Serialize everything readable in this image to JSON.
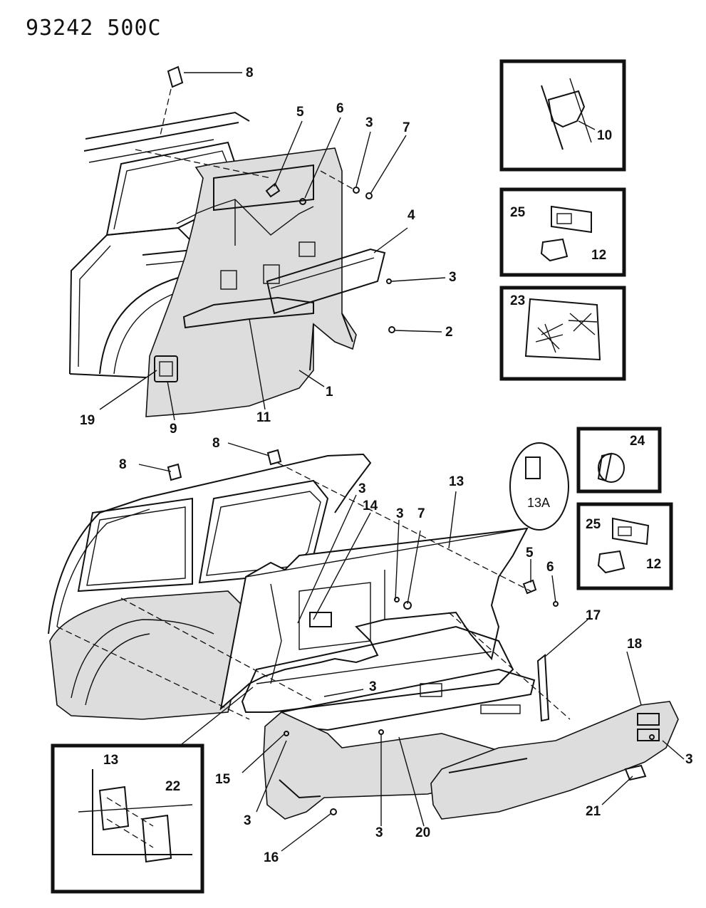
{
  "header": {
    "code": "93242 500C"
  },
  "callouts": [
    {
      "id": "c8a",
      "label": "8"
    },
    {
      "id": "c5a",
      "label": "5"
    },
    {
      "id": "c6a",
      "label": "6"
    },
    {
      "id": "c3a",
      "label": "3"
    },
    {
      "id": "c7a",
      "label": "7"
    },
    {
      "id": "c4",
      "label": "4"
    },
    {
      "id": "c3b",
      "label": "3"
    },
    {
      "id": "c2",
      "label": "2"
    },
    {
      "id": "c1",
      "label": "1"
    },
    {
      "id": "c19",
      "label": "19"
    },
    {
      "id": "c9",
      "label": "9"
    },
    {
      "id": "c11",
      "label": "11"
    },
    {
      "id": "c10",
      "label": "10"
    },
    {
      "id": "c25a",
      "label": "25"
    },
    {
      "id": "c12a",
      "label": "12"
    },
    {
      "id": "c23",
      "label": "23"
    },
    {
      "id": "c24",
      "label": "24"
    },
    {
      "id": "c13a",
      "label": "13A"
    },
    {
      "id": "c25b",
      "label": "25"
    },
    {
      "id": "c12b",
      "label": "12"
    },
    {
      "id": "c8b",
      "label": "8"
    },
    {
      "id": "c8c",
      "label": "8"
    },
    {
      "id": "c3c",
      "label": "3"
    },
    {
      "id": "c14",
      "label": "14"
    },
    {
      "id": "c3d",
      "label": "3"
    },
    {
      "id": "c7b",
      "label": "7"
    },
    {
      "id": "c13",
      "label": "13"
    },
    {
      "id": "c5b",
      "label": "5"
    },
    {
      "id": "c6b",
      "label": "6"
    },
    {
      "id": "c17",
      "label": "17"
    },
    {
      "id": "c18",
      "label": "18"
    },
    {
      "id": "c3e",
      "label": "3"
    },
    {
      "id": "c3f",
      "label": "3"
    },
    {
      "id": "c15",
      "label": "15"
    },
    {
      "id": "c3g",
      "label": "3"
    },
    {
      "id": "c3h",
      "label": "3"
    },
    {
      "id": "c20",
      "label": "20"
    },
    {
      "id": "c16",
      "label": "16"
    },
    {
      "id": "c21",
      "label": "21"
    },
    {
      "id": "c13b",
      "label": "13"
    },
    {
      "id": "c22",
      "label": "22"
    }
  ]
}
